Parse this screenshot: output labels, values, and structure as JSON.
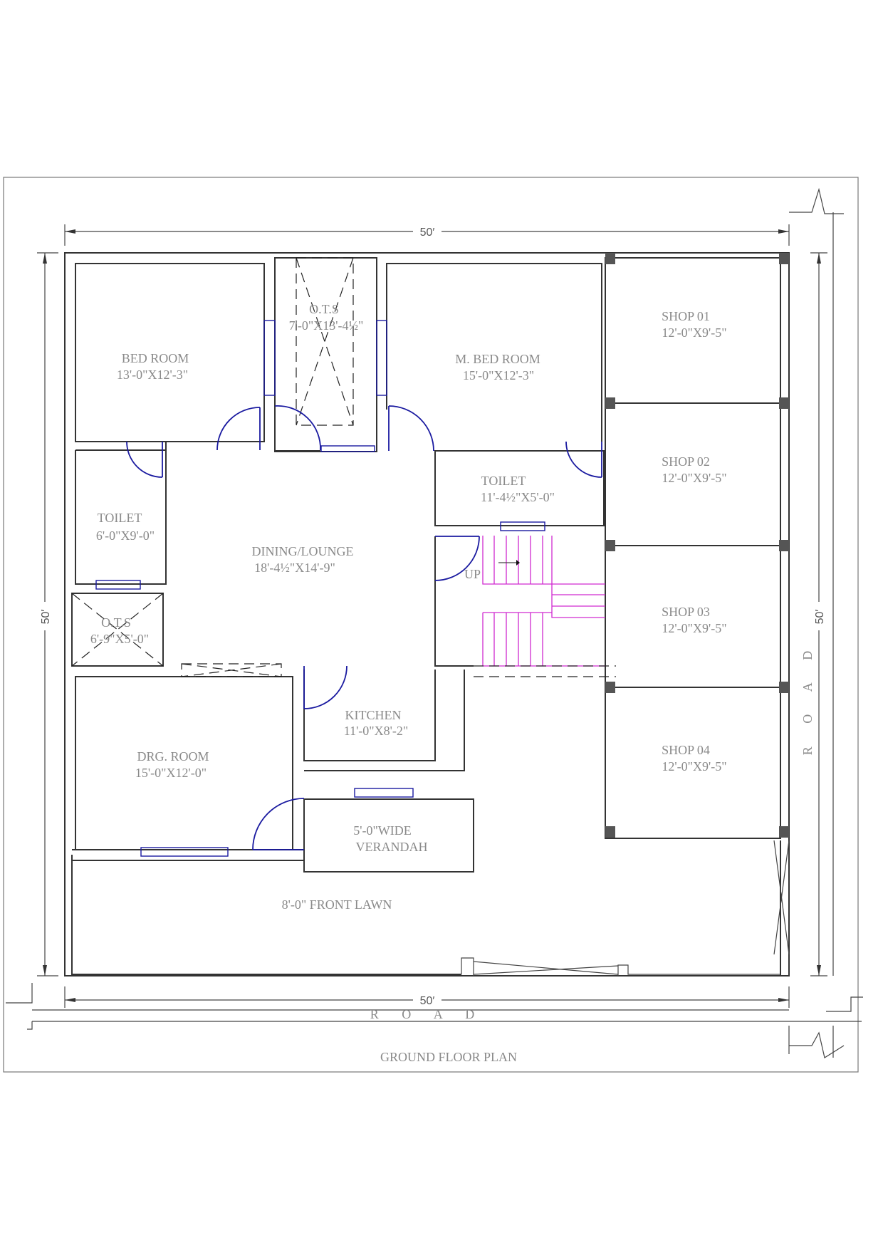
{
  "title": "GROUND FLOOR PLAN",
  "dimensions": {
    "top": "50′",
    "bottom": "50′",
    "left": "50′",
    "right": "50′"
  },
  "road_labels": {
    "bottom": "R O A D",
    "right": "R O A D"
  },
  "rooms": [
    {
      "id": "bed-room",
      "name": "BED ROOM",
      "size": "13'-0\"X12'-3\""
    },
    {
      "id": "ots-top",
      "name": "O.T.S",
      "size": "7'-0\"X13'-4½\""
    },
    {
      "id": "m-bed-room",
      "name": "M. BED ROOM",
      "size": "15'-0\"X12'-3\""
    },
    {
      "id": "toilet-left",
      "name": "TOILET",
      "size": "6'-0\"X9'-0\""
    },
    {
      "id": "toilet-right",
      "name": "TOILET",
      "size": "11'-4½\"X5'-0\""
    },
    {
      "id": "dining-lounge",
      "name": "DINING/LOUNGE",
      "size": "18'-4½\"X14'-9\""
    },
    {
      "id": "ots-left",
      "name": "O.T.S",
      "size": "6'-9\"X5'-0\""
    },
    {
      "id": "kitchen",
      "name": "KITCHEN",
      "size": "11'-0\"X8'-2\""
    },
    {
      "id": "drg-room",
      "name": "DRG. ROOM",
      "size": "15'-0\"X12'-0\""
    },
    {
      "id": "verandah",
      "name": "5'-0\"WIDE",
      "size": "VERANDAH"
    },
    {
      "id": "front-lawn",
      "name": "8'-0\" FRONT LAWN",
      "size": ""
    },
    {
      "id": "shop-01",
      "name": "SHOP 01",
      "size": "12'-0\"X9'-5\""
    },
    {
      "id": "shop-02",
      "name": "SHOP 02",
      "size": "12'-0\"X9'-5\""
    },
    {
      "id": "shop-03",
      "name": "SHOP 03",
      "size": "12'-0\"X9'-5\""
    },
    {
      "id": "shop-04",
      "name": "SHOP 04",
      "size": "12'-0\"X9'-5\""
    }
  ],
  "stair_label": "UP",
  "colors": {
    "walls": "#333333",
    "doors_windows": "#1a1aa0",
    "stairs": "#d02ad0",
    "labels": "#8a8a8a",
    "columns": "#555555"
  }
}
